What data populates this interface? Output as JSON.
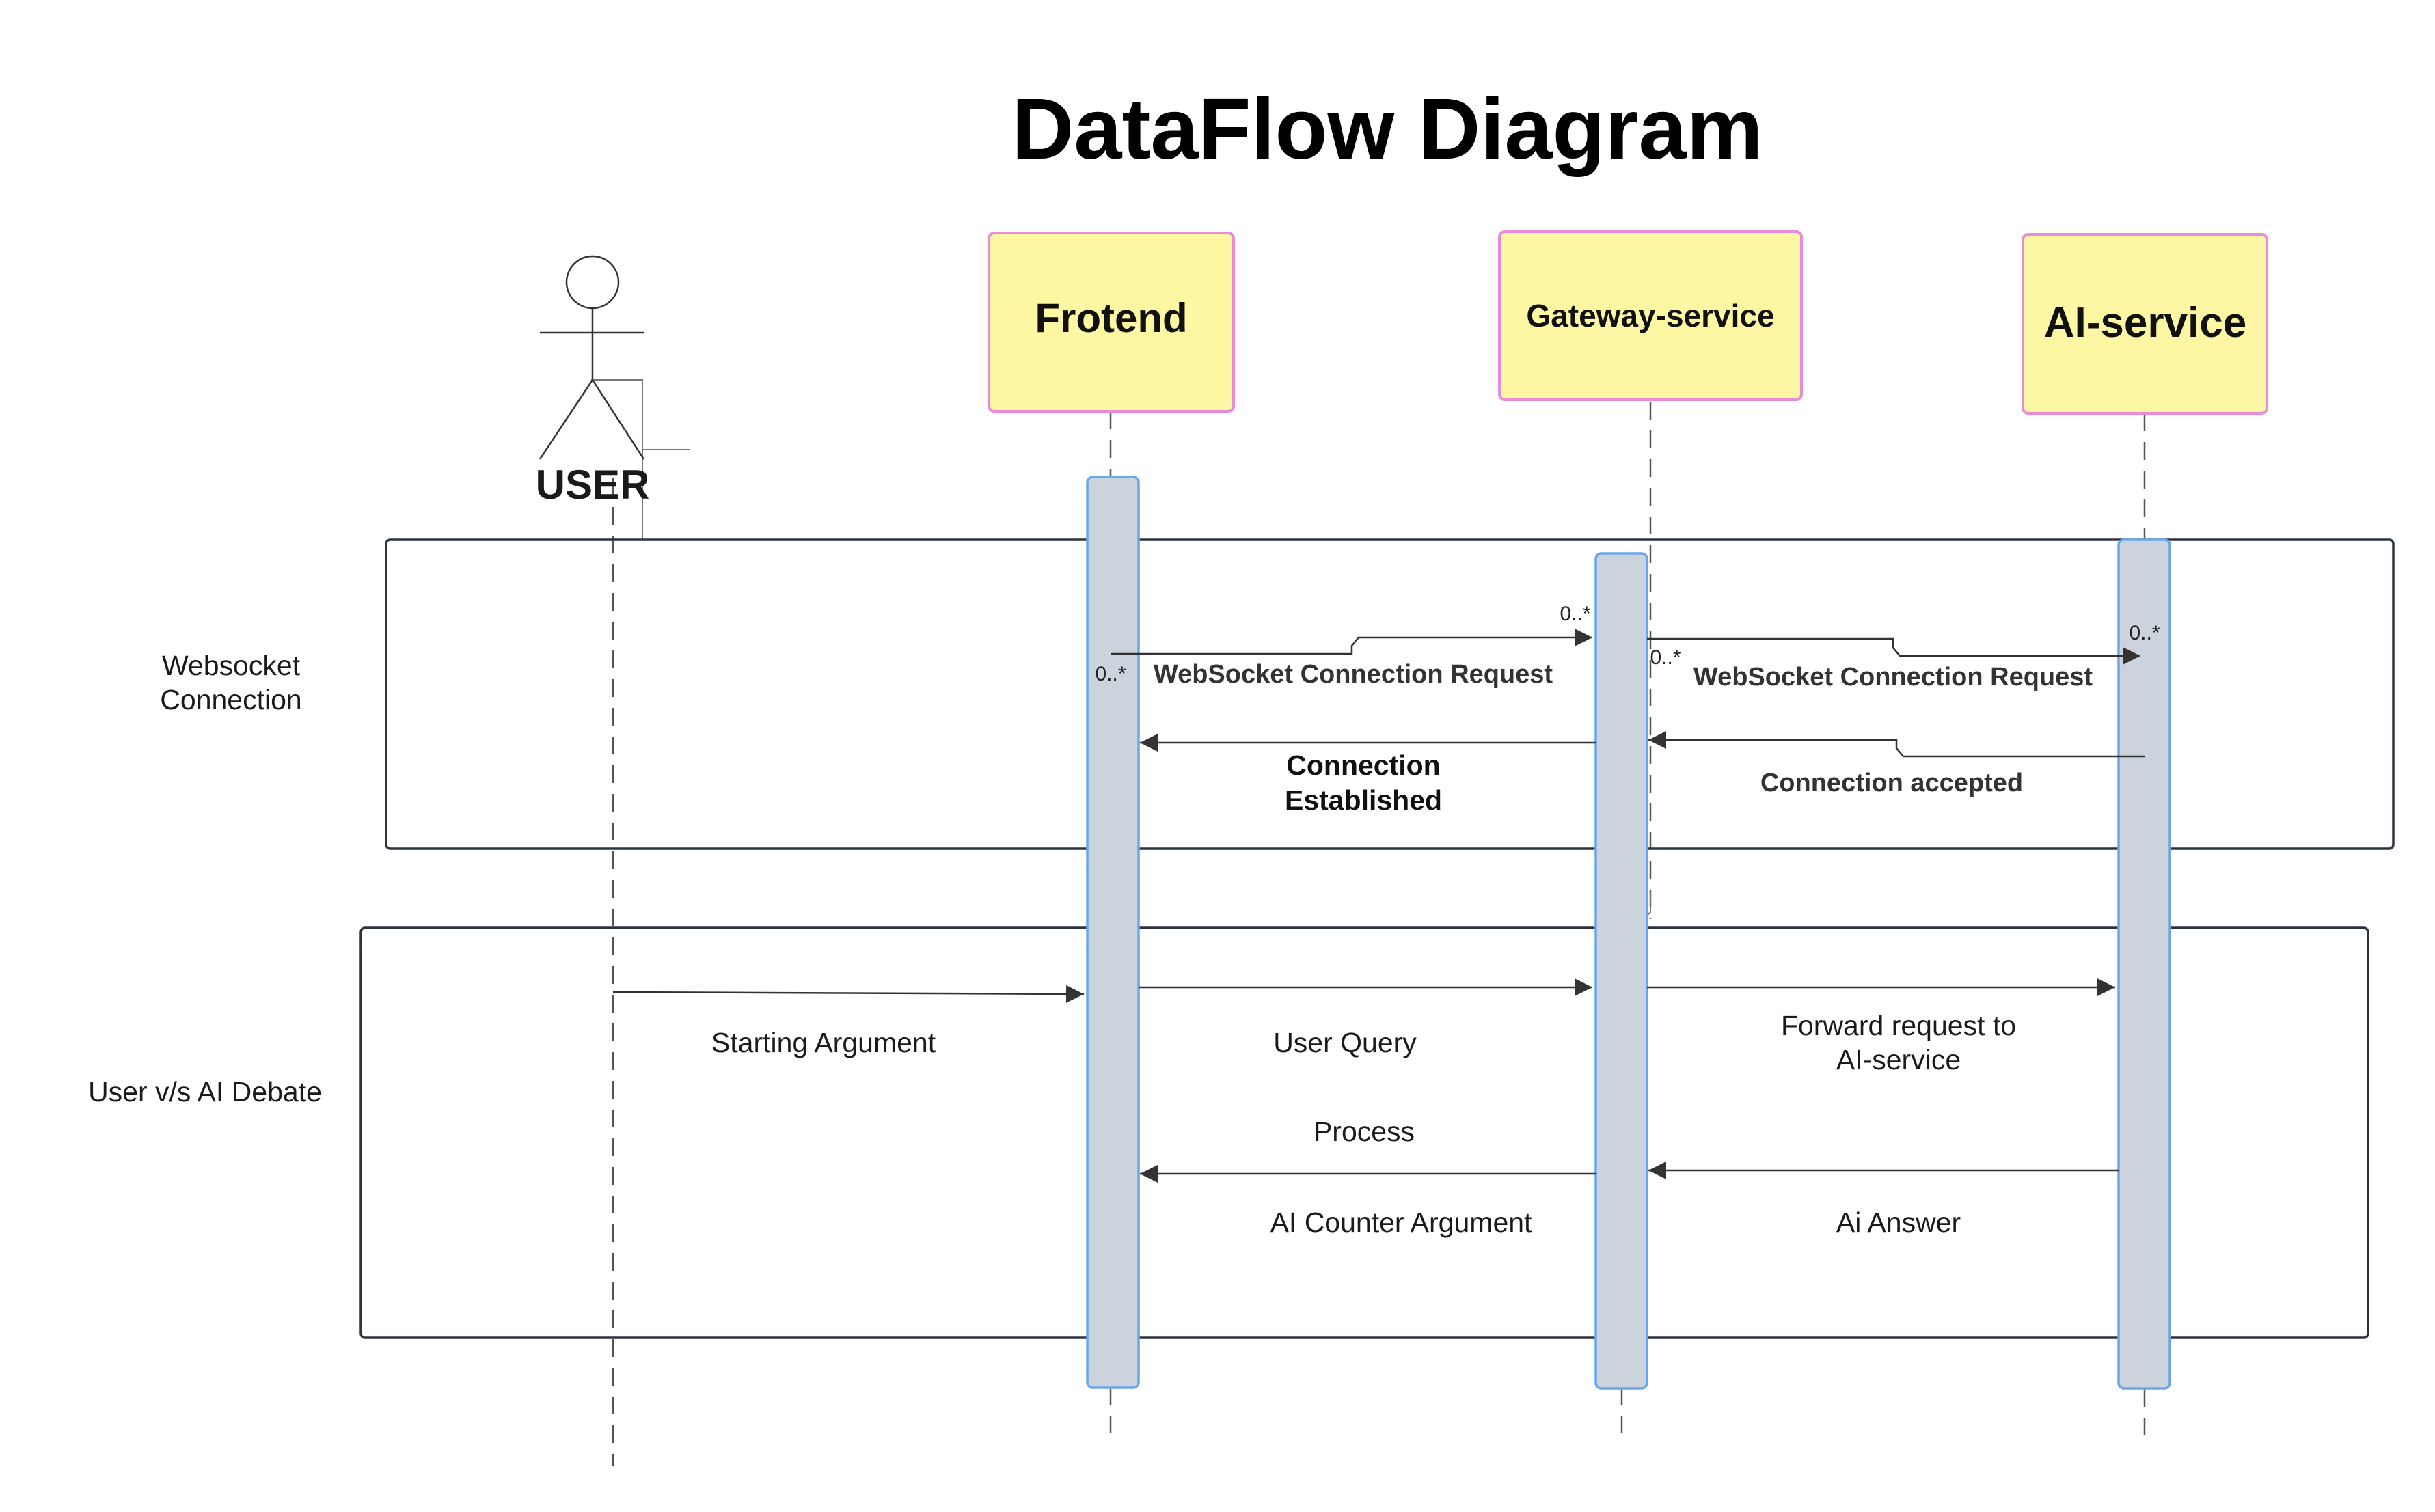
{
  "title": "DataFlow Diagram",
  "actor": {
    "label": "USER"
  },
  "participants": {
    "frontend": "Frotend",
    "gateway": "Gateway-service",
    "ai": "AI-service"
  },
  "lanes": {
    "websocket": [
      "Websocket",
      "Connection"
    ],
    "debate": "User v/s AI Debate"
  },
  "messages": {
    "ws_request_1": "WebSocket Connection Request",
    "ws_request_2": "WebSocket Connection Request",
    "connection_established": [
      "Connection",
      "Established"
    ],
    "connection_accepted": "Connection accepted",
    "starting_argument": "Starting Argument",
    "user_query": "User Query",
    "forward_request": [
      "Forward request to",
      "AI-service"
    ],
    "process": "Process",
    "ai_counter_argument": "AI Counter Argument",
    "ai_answer": "Ai Answer"
  },
  "multiplicity": {
    "m1": "0..*",
    "m2": "0..*",
    "m3": "0..*",
    "m4": "0..*"
  },
  "colors": {
    "participant_fill": "#fdf7a3",
    "participant_border": "#e98bd9",
    "activation_fill": "#cbd3dd",
    "activation_border": "#6aa7ea"
  }
}
